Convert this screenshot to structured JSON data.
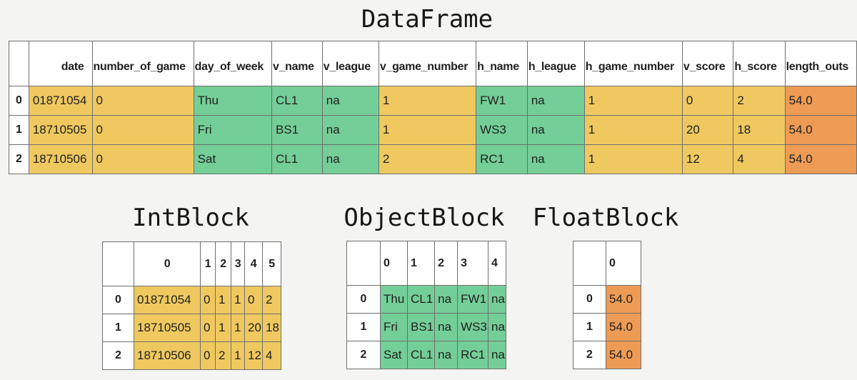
{
  "page": {
    "background": "#f4f4f2"
  },
  "colors": {
    "yellow": "#efc95f",
    "green": "#74ce97",
    "orange": "#ee9b55",
    "white": "#ffffff",
    "border": "#6f6f6f"
  },
  "dataframe": {
    "title": "DataFrame",
    "columns": [
      "date",
      "number_of_game",
      "day_of_week",
      "v_name",
      "v_league",
      "v_game_number",
      "h_name",
      "h_league",
      "h_game_number",
      "v_score",
      "h_score",
      "length_outs"
    ],
    "col_colors": [
      "yellow",
      "yellow",
      "green",
      "green",
      "green",
      "yellow",
      "green",
      "green",
      "yellow",
      "yellow",
      "yellow",
      "orange"
    ],
    "header_align": "right",
    "rows": [
      {
        "index": "0",
        "cells": [
          "01871054",
          "0",
          "Thu",
          "CL1",
          "na",
          "1",
          "FW1",
          "na",
          "1",
          "0",
          "2",
          "54.0"
        ]
      },
      {
        "index": "1",
        "cells": [
          "18710505",
          "0",
          "Fri",
          "BS1",
          "na",
          "1",
          "WS3",
          "na",
          "1",
          "20",
          "18",
          "54.0"
        ]
      },
      {
        "index": "2",
        "cells": [
          "18710506",
          "0",
          "Sat",
          "CL1",
          "na",
          "2",
          "RC1",
          "na",
          "1",
          "12",
          "4",
          "54.0"
        ]
      }
    ]
  },
  "blocks": {
    "int": {
      "title": "IntBlock",
      "columns": [
        "0",
        "1",
        "2",
        "3",
        "4",
        "5"
      ],
      "col_colors": [
        "yellow",
        "yellow",
        "yellow",
        "yellow",
        "yellow",
        "yellow"
      ],
      "header_align": "center",
      "rows": [
        {
          "index": "0",
          "cells": [
            "01871054",
            "0",
            "1",
            "1",
            "0",
            "2"
          ]
        },
        {
          "index": "1",
          "cells": [
            "18710505",
            "0",
            "1",
            "1",
            "20",
            "18"
          ]
        },
        {
          "index": "2",
          "cells": [
            "18710506",
            "0",
            "2",
            "1",
            "12",
            "4"
          ]
        }
      ]
    },
    "object": {
      "title": "ObjectBlock",
      "columns": [
        "0",
        "1",
        "2",
        "3",
        "4"
      ],
      "col_colors": [
        "green",
        "green",
        "green",
        "green",
        "green"
      ],
      "header_align": "left",
      "rows": [
        {
          "index": "0",
          "cells": [
            "Thu",
            "CL1",
            "na",
            "FW1",
            "na"
          ]
        },
        {
          "index": "1",
          "cells": [
            "Fri",
            "BS1",
            "na",
            "WS3",
            "na"
          ]
        },
        {
          "index": "2",
          "cells": [
            "Sat",
            "CL1",
            "na",
            "RC1",
            "na"
          ]
        }
      ]
    },
    "float": {
      "title": "FloatBlock",
      "columns": [
        "0"
      ],
      "col_colors": [
        "orange"
      ],
      "header_align": "left",
      "rows": [
        {
          "index": "0",
          "cells": [
            "54.0"
          ]
        },
        {
          "index": "1",
          "cells": [
            "54.0"
          ]
        },
        {
          "index": "2",
          "cells": [
            "54.0"
          ]
        }
      ]
    }
  }
}
